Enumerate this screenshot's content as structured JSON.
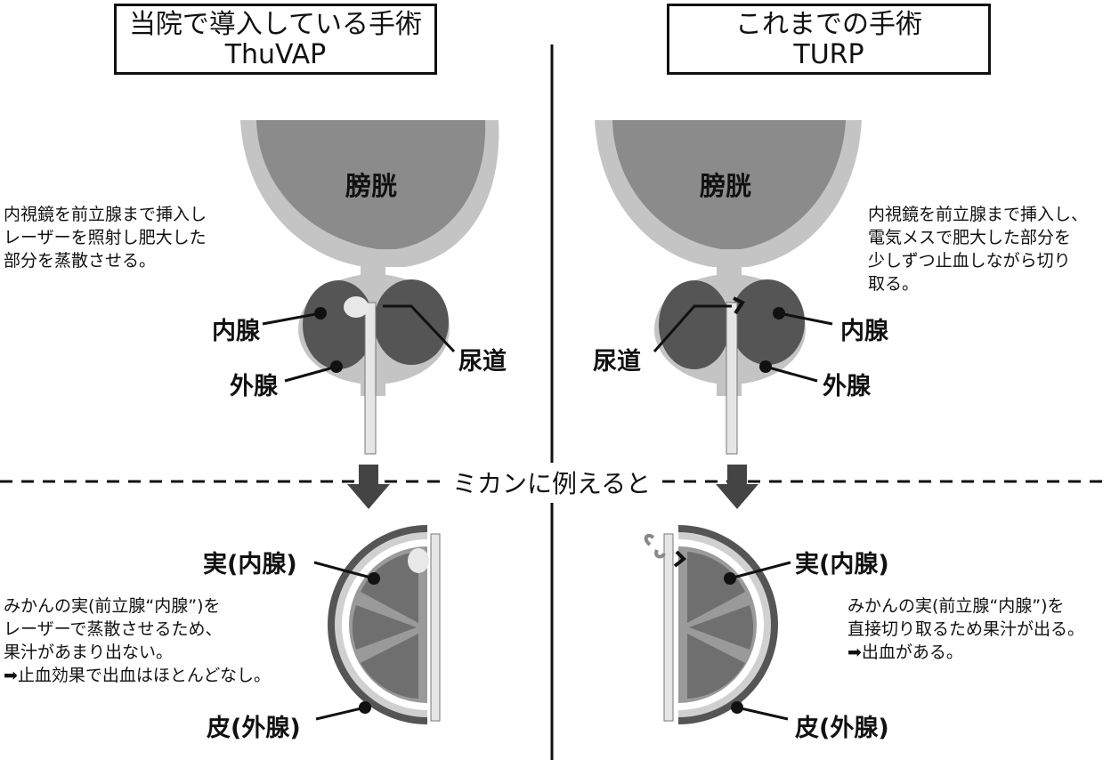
{
  "left": {
    "title_line1": "当院で導入している手術",
    "title_line2": "ThuVAP",
    "organ_label": "膀胱",
    "description": [
      "内視鏡を前立腺まで挿入し",
      "レーザーを照射し肥大した",
      "部分を蒸散させる。"
    ],
    "label_inner": "内腺",
    "label_outer": "外腺",
    "label_urethra": "尿道",
    "orange_label_fruit": "実(内腺)",
    "orange_label_peel": "皮(外腺)",
    "orange_description": [
      "みかんの実(前立腺“内腺”)を",
      "レーザーで蒸散させるため、",
      "果汁があまり出ない。",
      "➡止血効果で出血はほとんどなし。"
    ]
  },
  "right": {
    "title_line1": "これまでの手術",
    "title_line2": "TURP",
    "organ_label": "膀胱",
    "description": [
      "内視鏡を前立腺まで挿入し、",
      "電気メスで肥大した部分を",
      "少しずつ止血しながら切り",
      "取る。"
    ],
    "label_inner": "内腺",
    "label_outer": "外腺",
    "label_urethra": "尿道",
    "orange_label_fruit": "実(内腺)",
    "orange_label_peel": "皮(外腺)",
    "orange_description": [
      "みかんの実(前立腺“内腺”)を",
      "直接切り取るため果汁が出る。",
      "➡出血がある。"
    ]
  },
  "divider_label": "ミカンに例えると"
}
